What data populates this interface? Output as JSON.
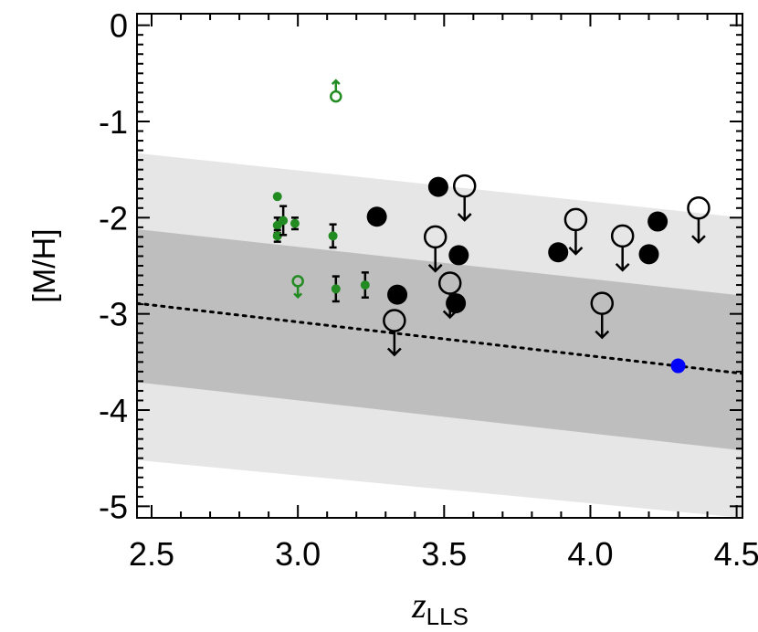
{
  "chart_data": {
    "type": "scatter",
    "title": "",
    "xlabel": {
      "main": "z",
      "subscript": "LLS"
    },
    "ylabel": "[M/H]",
    "xlim": [
      2.45,
      4.52
    ],
    "ylim": [
      -5.12,
      0.12
    ],
    "x_ticks": [
      2.5,
      3.0,
      3.5,
      4.0,
      4.5
    ],
    "x_tick_labels": [
      "2.5",
      "3.0",
      "3.5",
      "4.0",
      "4.5"
    ],
    "y_ticks": [
      0,
      -1,
      -2,
      -3,
      -4,
      -5
    ],
    "y_tick_labels": [
      "0",
      "-1",
      "-2",
      "-3",
      "-4",
      "-5"
    ],
    "grid": false,
    "legend": "none",
    "colors": {
      "outer_band": "#e6e6e6",
      "inner_band": "#bebebe",
      "black": "#000000",
      "green": "#228b22",
      "blue": "#0000ff"
    },
    "bands": [
      {
        "kind": "outer",
        "x": [
          2.45,
          4.52
        ],
        "upper": [
          -1.33,
          -2.0
        ],
        "lower": [
          -4.52,
          -5.12
        ]
      },
      {
        "kind": "inner",
        "x": [
          2.45,
          4.52
        ],
        "upper": [
          -2.12,
          -2.81
        ],
        "lower": [
          -3.71,
          -4.42
        ]
      }
    ],
    "trend_line": {
      "style": "dotted",
      "x": [
        2.45,
        4.52
      ],
      "y": [
        -2.89,
        -3.62
      ]
    },
    "series": [
      {
        "marker": "filled-circle-black",
        "points": [
          {
            "x": 3.27,
            "y": -1.99
          },
          {
            "x": 3.34,
            "y": -2.8
          },
          {
            "x": 3.48,
            "y": -1.68
          },
          {
            "x": 3.55,
            "y": -2.39
          },
          {
            "x": 3.54,
            "y": -2.89
          },
          {
            "x": 3.89,
            "y": -2.36
          },
          {
            "x": 4.2,
            "y": -2.38
          },
          {
            "x": 4.23,
            "y": -2.04
          }
        ]
      },
      {
        "marker": "open-circle-black-upper-limit",
        "points": [
          {
            "x": 3.33,
            "y": -3.07
          },
          {
            "x": 3.47,
            "y": -2.2
          },
          {
            "x": 3.52,
            "y": -2.68
          },
          {
            "x": 3.57,
            "y": -1.67
          },
          {
            "x": 3.95,
            "y": -2.02
          },
          {
            "x": 4.04,
            "y": -2.89
          },
          {
            "x": 4.11,
            "y": -2.19
          },
          {
            "x": 4.37,
            "y": -1.9
          }
        ]
      },
      {
        "marker": "small-green-with-errorbar",
        "points": [
          {
            "x": 2.93,
            "y": -1.78,
            "err": 0.0
          },
          {
            "x": 2.93,
            "y": -2.08,
            "err": 0.08
          },
          {
            "x": 2.93,
            "y": -2.19,
            "err": 0.06
          },
          {
            "x": 2.95,
            "y": -2.03,
            "err": 0.15
          },
          {
            "x": 2.99,
            "y": -2.06,
            "err": 0.06
          },
          {
            "x": 3.12,
            "y": -2.19,
            "err": 0.12
          },
          {
            "x": 3.13,
            "y": -2.74,
            "err": 0.13
          },
          {
            "x": 3.23,
            "y": -2.7,
            "err": 0.13
          }
        ]
      },
      {
        "marker": "small-green-open-upper-limit",
        "points": [
          {
            "x": 3.0,
            "y": -2.66
          }
        ]
      },
      {
        "marker": "small-green-open-lower-limit",
        "points": [
          {
            "x": 3.13,
            "y": -0.74
          }
        ]
      },
      {
        "marker": "filled-circle-blue",
        "points": [
          {
            "x": 4.3,
            "y": -3.54
          }
        ]
      }
    ]
  }
}
